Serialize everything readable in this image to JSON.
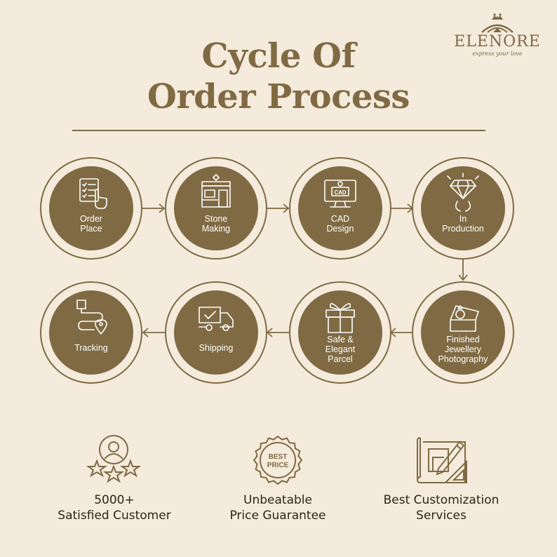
{
  "brand": {
    "name": "ELENORE",
    "tagline": "express your love"
  },
  "title": {
    "line1": "Cycle Of",
    "line2": "Order Process"
  },
  "steps": [
    {
      "label": "Order\nPlace",
      "icon": "checklist-icon"
    },
    {
      "label": "Stone\nMaking",
      "icon": "workshop-icon"
    },
    {
      "label": "CAD\nDesign",
      "icon": "cad-monitor-icon"
    },
    {
      "label": "In\nProduction",
      "icon": "diamond-ring-icon"
    },
    {
      "label": "Finished\nJewellery\nPhotography",
      "icon": "ring-box-icon"
    },
    {
      "label": "Safe &\nElegant\nParcel",
      "icon": "gift-box-icon"
    },
    {
      "label": "Shipping",
      "icon": "truck-icon"
    },
    {
      "label": "Tracking",
      "icon": "route-pin-icon"
    }
  ],
  "features": [
    {
      "line1": "5000+",
      "line2": "Satisfied Customer",
      "icon": "customer-stars-icon"
    },
    {
      "line1": "Unbeatable",
      "line2": "Price Guarantee",
      "icon": "best-price-badge-icon",
      "badge_text": "BEST\nPRICE"
    },
    {
      "line1": "Best Customization",
      "line2": "Services",
      "icon": "blueprint-pencil-icon"
    }
  ],
  "colors": {
    "background": "#f4ebdc",
    "accent": "#7f6a43",
    "text": "#2c2418",
    "label": "#ffffff"
  }
}
